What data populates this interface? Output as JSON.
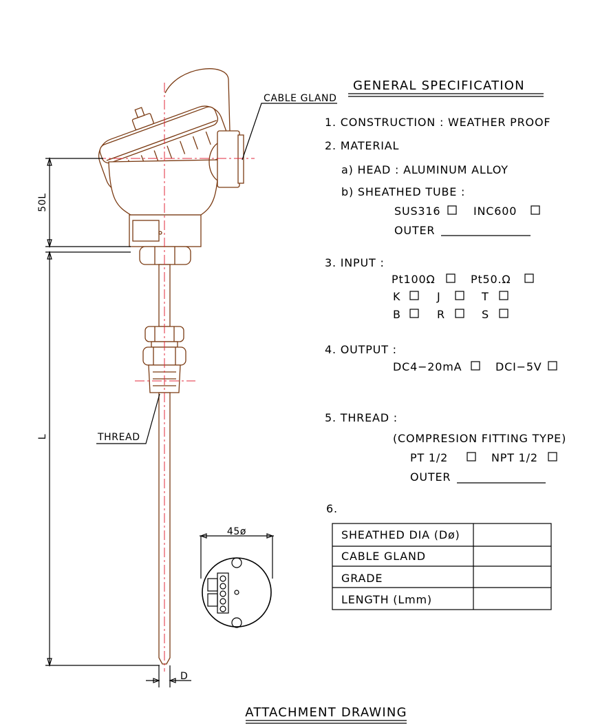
{
  "title": "GENERAL SPECIFICATION",
  "footer_title": "ATTACHMENT DRAWING",
  "callouts": {
    "cable_gland": "CABLE GLAND",
    "thread": "THREAD",
    "dim_50l": "50L",
    "dim_l": "L",
    "dim_d": "D",
    "dim_45": "45ø"
  },
  "spec": {
    "s1": "1. CONSTRUCTION : WEATHER PROOF",
    "s2": "2. MATERIAL",
    "s2a": "a) HEAD : ALUMINUM ALLOY",
    "s2b": "b) SHEATHED TUBE :",
    "sus316": "SUS316",
    "inc600": "INC600",
    "outer1": "OUTER",
    "s3": "3. INPUT :",
    "pt100": "Pt100Ω",
    "pt50": "Pt50.Ω",
    "k": "K",
    "j": "J",
    "t": "T",
    "b": "B",
    "r": "R",
    "s": "S",
    "s4": "4. OUTPUT :",
    "dc420": "DC4−20mA",
    "dc15": "DCI−5V",
    "s5": "5. THREAD :",
    "fitting": "(COMPRESION FITTING TYPE)",
    "pt12": "PT 1/2",
    "npt12": "NPT 1/2",
    "outer2": "OUTER",
    "s6": "6."
  },
  "table": {
    "rows": [
      {
        "label": "SHEATHED DIA (Dø)",
        "value": ""
      },
      {
        "label": "CABLE GLAND",
        "value": ""
      },
      {
        "label": "GRADE",
        "value": ""
      },
      {
        "label": "LENGTH (Lmm)",
        "value": ""
      }
    ]
  },
  "colors": {
    "outline": "#7a3a12",
    "centerline": "#e2283b",
    "ink": "#000000"
  }
}
